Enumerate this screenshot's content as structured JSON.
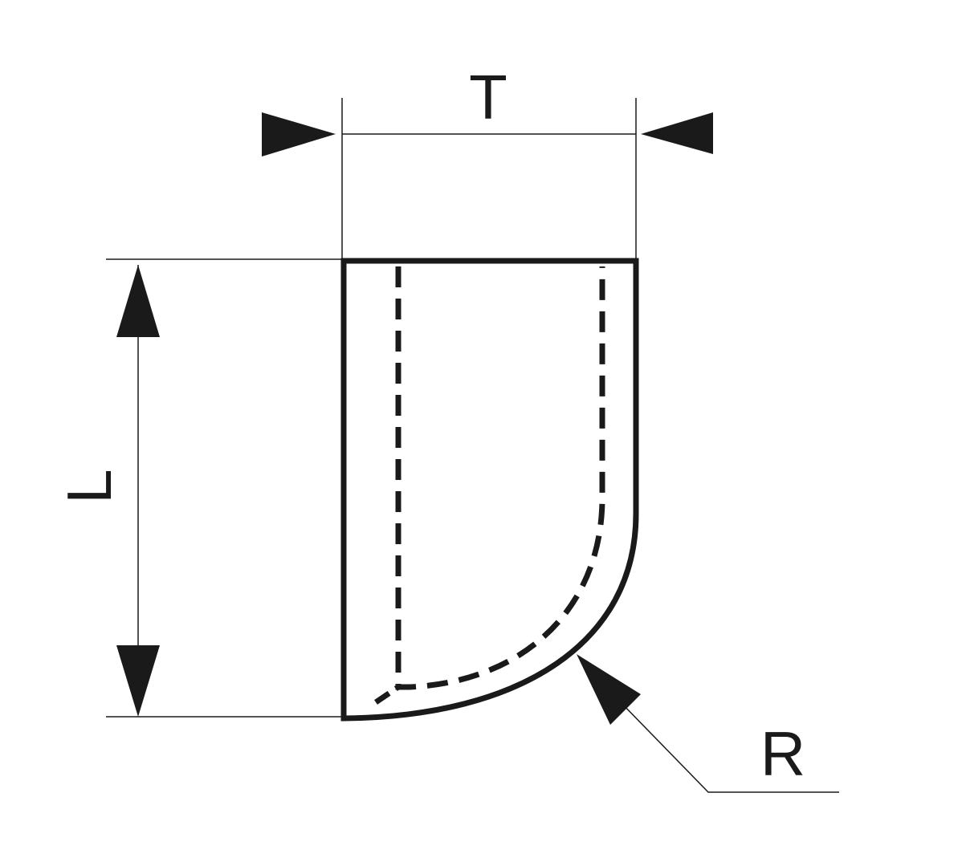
{
  "labels": {
    "thickness": "T",
    "length": "L",
    "radius": "R"
  },
  "colors": {
    "stroke": "#1a1a1a"
  }
}
